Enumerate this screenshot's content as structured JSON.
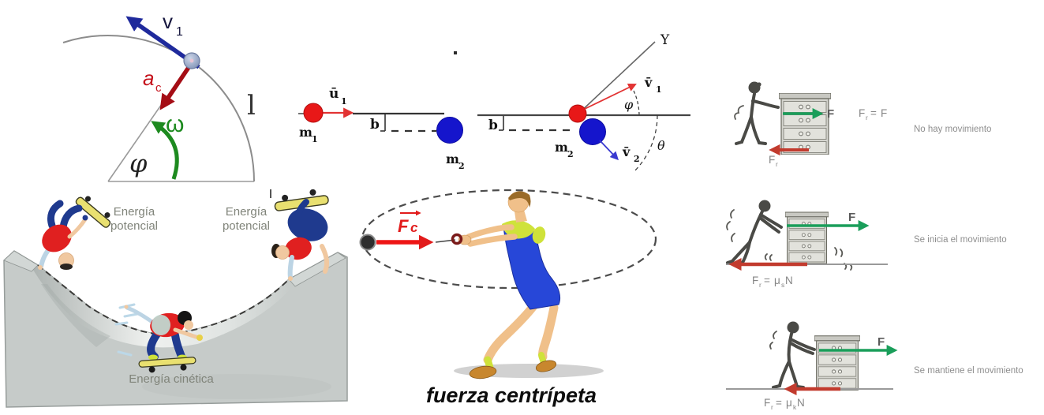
{
  "circular_motion": {
    "velocity": {
      "base": "v",
      "sub": "1"
    },
    "acceleration": {
      "base": "a",
      "sub": "c"
    },
    "angular_velocity": "ω",
    "angle": "φ",
    "radius": "l"
  },
  "collision": {
    "before": {
      "initial_velocity": {
        "base": "ū",
        "sub": "1"
      },
      "mass1": {
        "base": "m",
        "sub": "1"
      },
      "mass2": {
        "base": "m",
        "sub": "2"
      },
      "impact_parameter": "b"
    },
    "after": {
      "axis": "Y",
      "velocity1": {
        "base": "v̄",
        "sub": "1"
      },
      "velocity2": {
        "base": "v̄",
        "sub": "2"
      },
      "mass2": {
        "base": "m",
        "sub": "2"
      },
      "impact_parameter": "b",
      "angle1": "φ",
      "angle2": "θ"
    }
  },
  "friction": {
    "rows": [
      {
        "applied_force": "F",
        "friction_label": {
          "base": "F",
          "sub": "r"
        },
        "equation": {
          "lhs": "F",
          "lhs_sub": "r",
          "sign": "=",
          "rhs": "F",
          "rhs_sub": "",
          "rhs_tail": ""
        },
        "caption": "No hay movimiento"
      },
      {
        "applied_force": "F",
        "equation": {
          "lhs": "F",
          "lhs_sub": "r",
          "sign": "=",
          "rhs": "μ",
          "rhs_sub": "s",
          "rhs_tail": "N"
        },
        "caption": "Se inicia el movimiento"
      },
      {
        "applied_force": "F",
        "equation": {
          "lhs": "F",
          "lhs_sub": "r",
          "sign": "=",
          "rhs": "μ",
          "rhs_sub": "k",
          "rhs_tail": "N"
        },
        "caption": "Se mantiene el movimiento"
      }
    ]
  },
  "energy": {
    "potential_word1": "Energía",
    "potential_word2": "potencial",
    "kinetic": "Energía cinética"
  },
  "centripetal": {
    "force": {
      "base": "F",
      "sub": "c"
    },
    "caption": "fuerza centrípeta"
  },
  "colors": {
    "velocity_blue": "#1f2a9c",
    "acceleration_red": "#a50d15",
    "omega_green": "#1d8a1f",
    "mass1_red": "#e81818",
    "mass2_blue": "#1515cc",
    "applied_force_green": "#1a9e5a",
    "friction_force_red": "#c23b2e",
    "centripetal_red": "#e21b1b"
  }
}
